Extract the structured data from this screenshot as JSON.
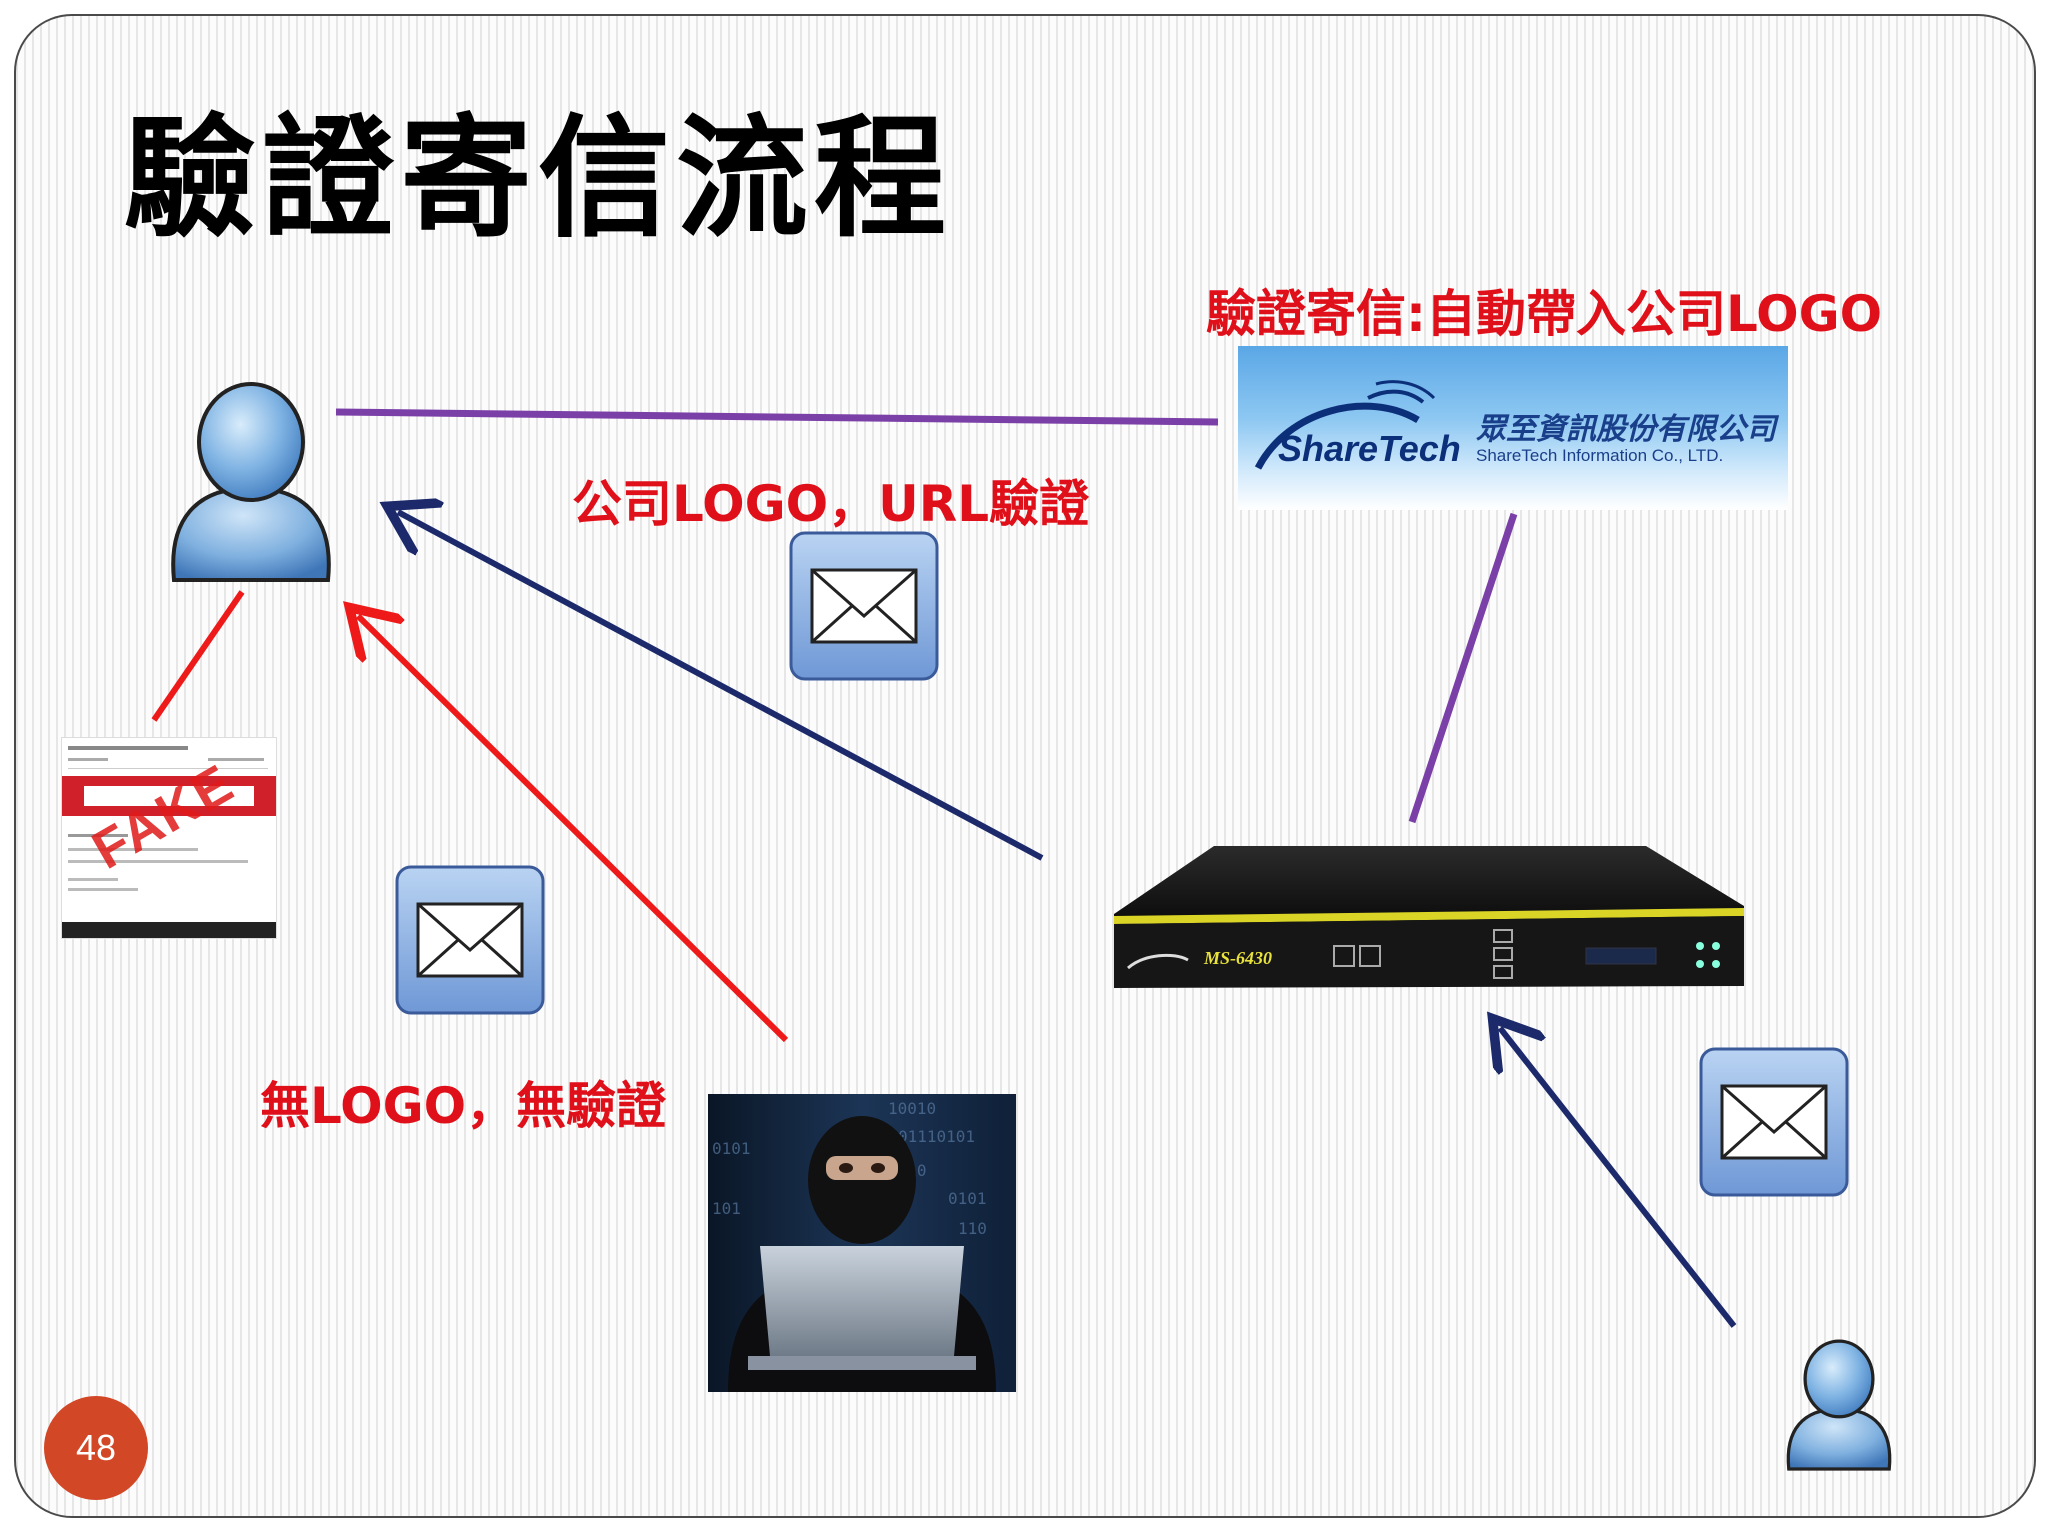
{
  "title": "驗證寄信流程",
  "labels": {
    "verify_auto_logo": "驗證寄信:自動帶入公司LOGO",
    "company_logo_url": "公司LOGO，URL驗證",
    "no_logo": "無LOGO，無驗證"
  },
  "company_logo": {
    "brand": "ShareTech",
    "chinese_name": "眾至資訊股份有限公司",
    "english_name": "ShareTech Information Co., LTD."
  },
  "fake_page": {
    "stamp": "FAKE"
  },
  "device": {
    "model": "MS-6430"
  },
  "page_number": "48",
  "colors": {
    "purple_line": "#7b3fa8",
    "navy_arrow": "#1c2a6b",
    "red_arrow": "#ee1a1a",
    "label_red": "#e0101a",
    "page_badge": "#d24726"
  },
  "icons": [
    "user-icon",
    "envelope-icon",
    "hacker-image",
    "mail-gateway-device"
  ]
}
